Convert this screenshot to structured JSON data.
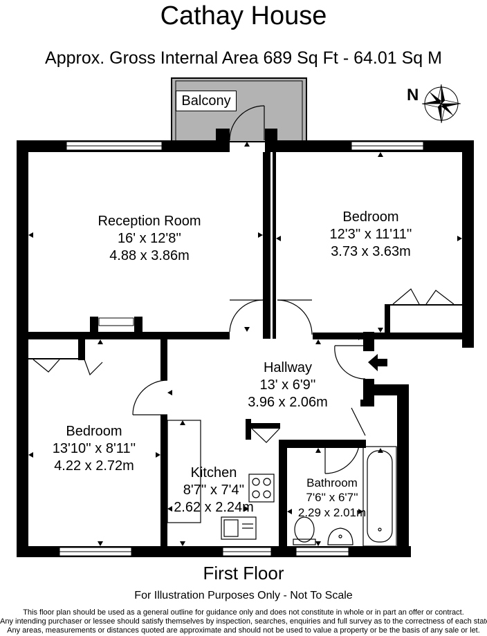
{
  "header": {
    "title": "Cathay House",
    "area_line": "Approx. Gross Internal Area   689 Sq Ft  -  64.01 Sq M"
  },
  "compass": {
    "label": "N",
    "icon": "compass-rose-icon"
  },
  "rooms": {
    "balcony": {
      "name": "Balcony"
    },
    "reception": {
      "name": "Reception Room",
      "imperial": "16' x 12'8''",
      "metric": "4.88 x 3.86m"
    },
    "bedroom1": {
      "name": "Bedroom",
      "imperial": "12'3'' x 11'11''",
      "metric": "3.73 x 3.63m"
    },
    "hallway": {
      "name": "Hallway",
      "imperial": "13' x 6'9''",
      "metric": "3.96 x 2.06m"
    },
    "bedroom2": {
      "name": "Bedroom",
      "imperial": "13'10'' x 8'11''",
      "metric": "4.22 x 2.72m"
    },
    "kitchen": {
      "name": "Kitchen",
      "imperial": "8'7'' x 7'4''",
      "metric": "2.62 x 2.24m"
    },
    "bathroom": {
      "name": "Bathroom",
      "imperial": "7'6'' x 6'7''",
      "metric": "2.29 x 2.01m"
    }
  },
  "footer": {
    "floor": "First Floor",
    "note": "For Illustration Purposes Only - Not To Scale",
    "disclaimer_1": "This floor plan should be used as a general outline for guidance only and does not constitute in whole or in part an offer or contract.",
    "disclaimer_2": "Any intending purchaser or lessee should satisfy themselves by inspection, searches, enquiries and full survey as to the correctness of each statement.",
    "disclaimer_3": "Any areas, measurements or distances quoted are approximate and should not be used to value a property or be the basis of any sale or let."
  },
  "colors": {
    "wall": "#000000",
    "balcony_fill": "#b3b3b3",
    "background": "#ffffff"
  }
}
